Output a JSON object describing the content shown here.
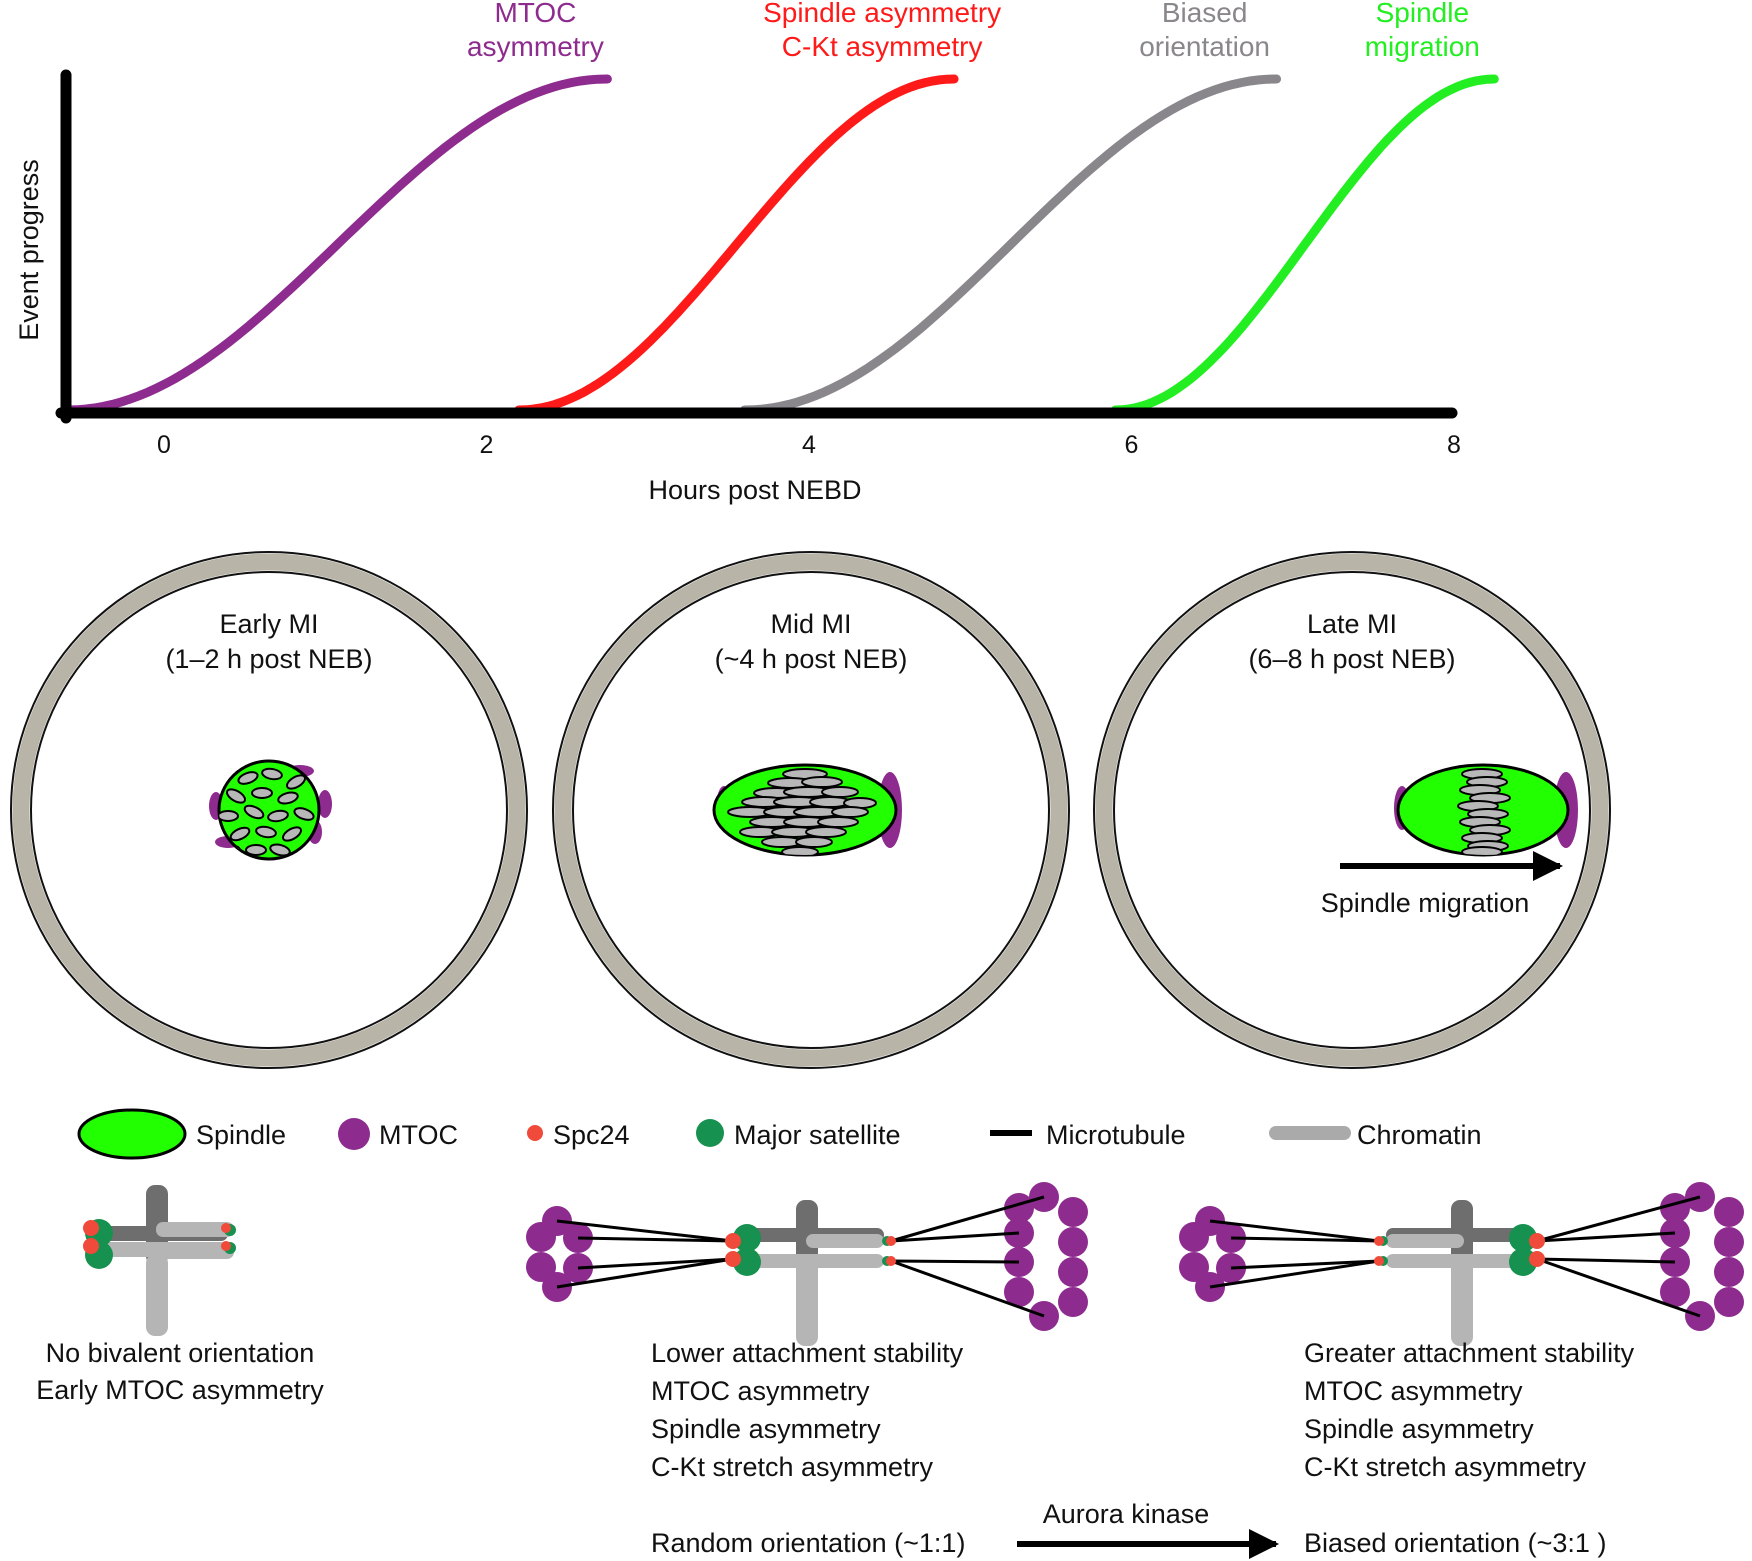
{
  "timeline": {
    "y_axis_label": "Event progress",
    "x_axis_label": "Hours post NEBD",
    "ticks": [
      "0",
      "2",
      "4",
      "6",
      "8"
    ],
    "curves": [
      {
        "line1": "MTOC",
        "line2": "asymmetry",
        "color": "#8e2b8e",
        "start_h": -0.6,
        "end_h": 2.75
      },
      {
        "line1": "Spindle asymmetry",
        "line2": "C-Kt asymmetry",
        "color": "#ff1a1a",
        "start_h": 2.2,
        "end_h": 4.9
      },
      {
        "line1": "Biased",
        "line2": "orientation",
        "color": "#8a878c",
        "start_h": 3.6,
        "end_h": 6.9
      },
      {
        "line1": "Spindle",
        "line2": "migration",
        "color": "#22ee22",
        "start_h": 5.9,
        "end_h": 8.25
      }
    ]
  },
  "cells": [
    {
      "title": "Early MI",
      "subtitle": "(1–2 h post NEB)"
    },
    {
      "title": "Mid MI",
      "subtitle": "(~4 h post NEB)"
    },
    {
      "title": "Late MI",
      "subtitle": "(6–8 h post NEB)",
      "arrow_label": "Spindle migration"
    }
  ],
  "legend": [
    {
      "label": "Spindle",
      "icon": "spindle-icon"
    },
    {
      "label": "MTOC",
      "icon": "mtoc-icon"
    },
    {
      "label": "Spc24",
      "icon": "spc24-icon"
    },
    {
      "label": "Major satellite",
      "icon": "major-satellite-icon"
    },
    {
      "label": "Microtubule",
      "icon": "microtubule-icon"
    },
    {
      "label": "Chromatin",
      "icon": "chromatin-icon"
    }
  ],
  "panels": {
    "early": [
      "No bivalent orientation",
      "Early MTOC asymmetry"
    ],
    "mid": [
      "Lower attachment stability",
      "MTOC asymmetry",
      "Spindle asymmetry",
      "C-Kt stretch asymmetry"
    ],
    "late": [
      "Greater attachment stability",
      "MTOC asymmetry",
      "Spindle asymmetry",
      "C-Kt stretch asymmetry"
    ]
  },
  "bottom": {
    "random": "Random orientation (~1:1)",
    "arrow_label": "Aurora kinase",
    "biased": "Biased orientation (~3:1 )"
  },
  "colors": {
    "purple": "#8e2b8e",
    "red": "#ff1a1a",
    "gray_curve": "#8a878c",
    "green": "#22ee22",
    "spindle_fill": "#22ff00",
    "cell_ring": "#b8b4a7",
    "spc24": "#f04a3a",
    "satellite": "#17914f"
  }
}
